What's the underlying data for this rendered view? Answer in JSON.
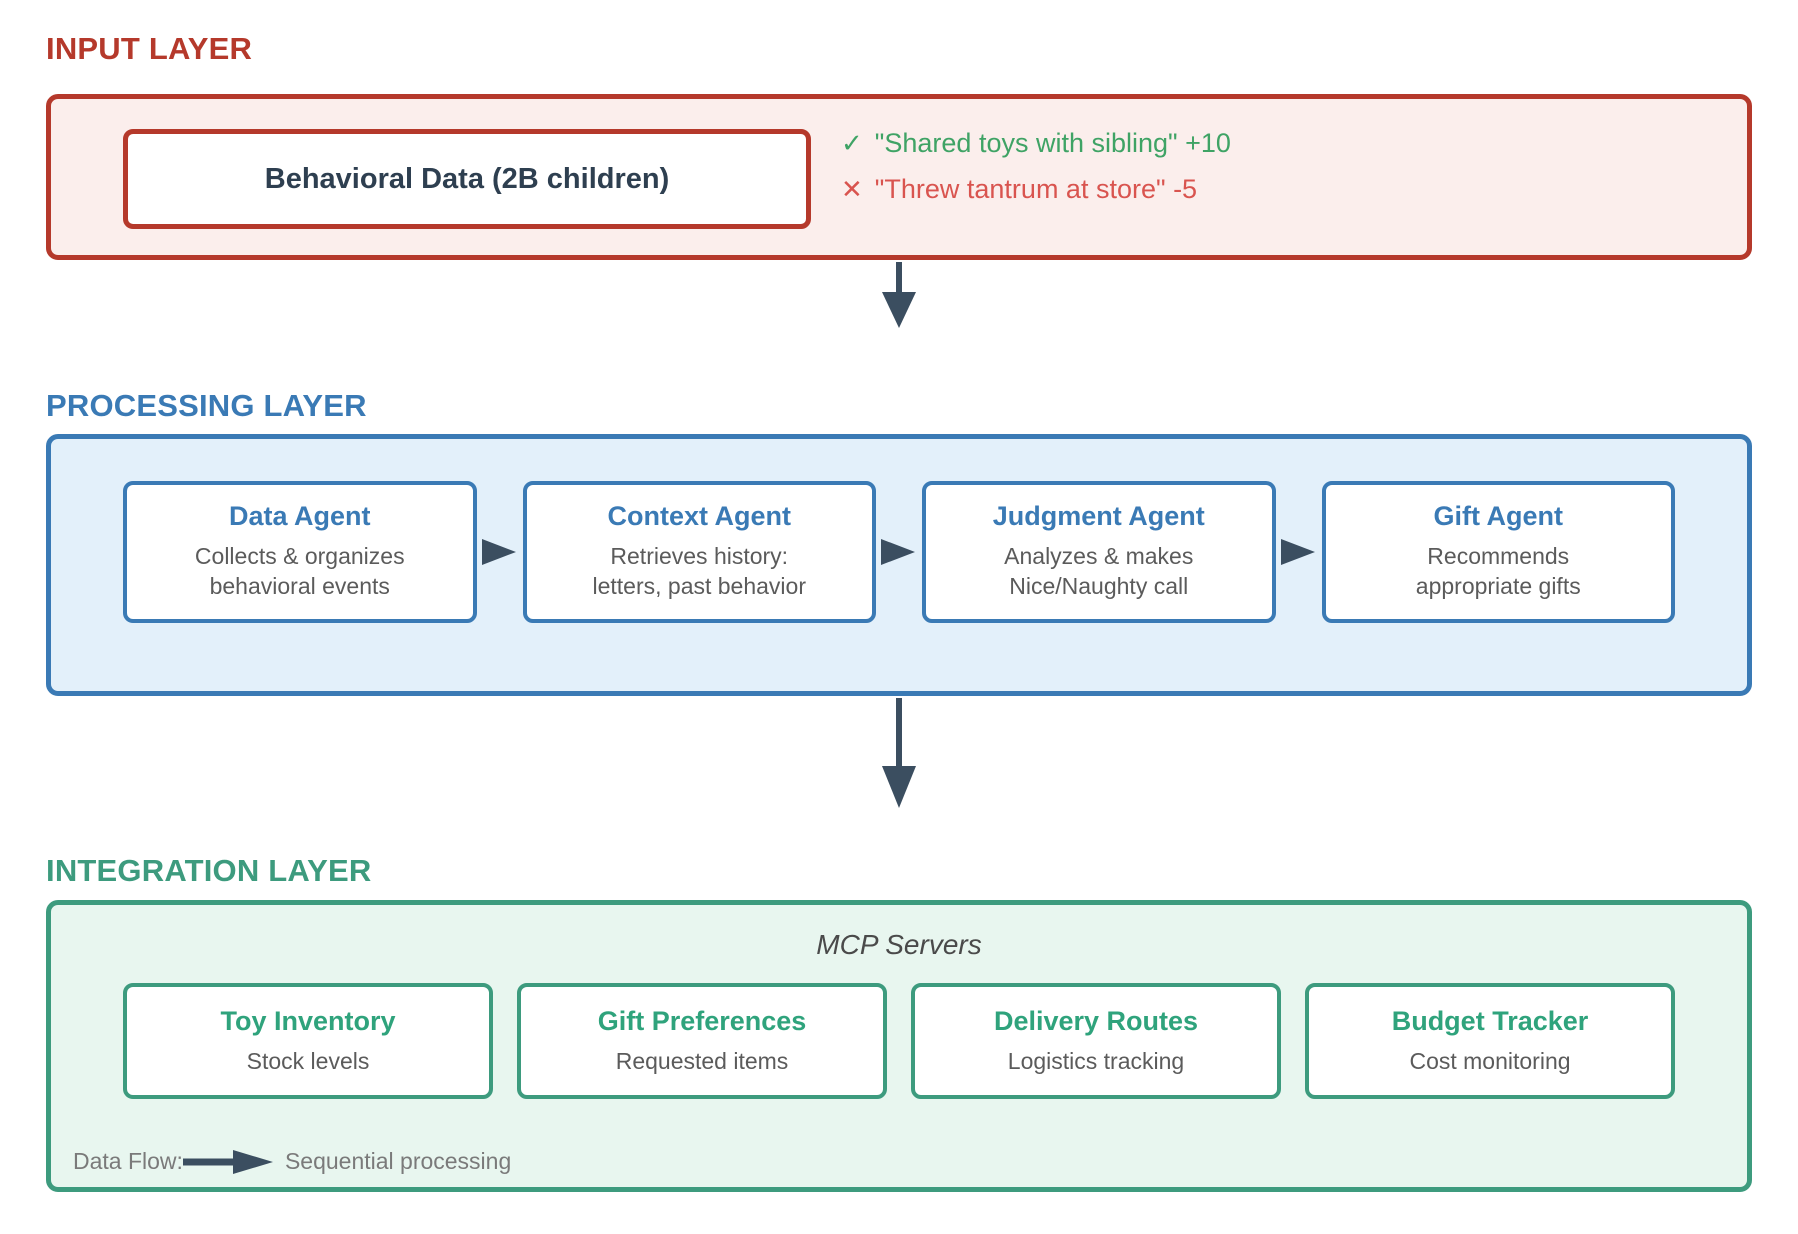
{
  "colors": {
    "input_accent": "#b5392b",
    "input_fill": "#fbeeec",
    "processing_accent": "#3a7ab5",
    "processing_fill": "#e3f0fa",
    "integration_accent": "#3d9b7e",
    "integration_fill": "#e8f6ef",
    "arrow": "#3b4e60",
    "positive": "#3fa365",
    "negative": "#d9544f",
    "body_text": "#5b5b5b",
    "heading_text": "#2e3f50"
  },
  "input_layer": {
    "title": "INPUT LAYER",
    "source_box": {
      "label": "Behavioral Data (2B children)"
    },
    "examples": [
      {
        "mark": "✓",
        "text": "\"Shared toys with sibling\" +10",
        "type": "positive"
      },
      {
        "mark": "✕",
        "text": "\"Threw tantrum at store\" -5",
        "type": "negative"
      }
    ]
  },
  "processing_layer": {
    "title": "PROCESSING LAYER",
    "agents": [
      {
        "name": "Data Agent",
        "desc_line1": "Collects & organizes",
        "desc_line2": "behavioral events"
      },
      {
        "name": "Context Agent",
        "desc_line1": "Retrieves history:",
        "desc_line2": "letters, past behavior"
      },
      {
        "name": "Judgment Agent",
        "desc_line1": "Analyzes & makes",
        "desc_line2": "Nice/Naughty call"
      },
      {
        "name": "Gift Agent",
        "desc_line1": "Recommends",
        "desc_line2": "appropriate gifts"
      }
    ]
  },
  "integration_layer": {
    "title": "INTEGRATION LAYER",
    "group_label": "MCP Servers",
    "servers": [
      {
        "name": "Toy Inventory",
        "desc": "Stock levels"
      },
      {
        "name": "Gift Preferences",
        "desc": "Requested items"
      },
      {
        "name": "Delivery Routes",
        "desc": "Logistics tracking"
      },
      {
        "name": "Budget Tracker",
        "desc": "Cost monitoring"
      }
    ],
    "legend": {
      "label": "Data Flow:",
      "caption": "Sequential processing"
    }
  }
}
